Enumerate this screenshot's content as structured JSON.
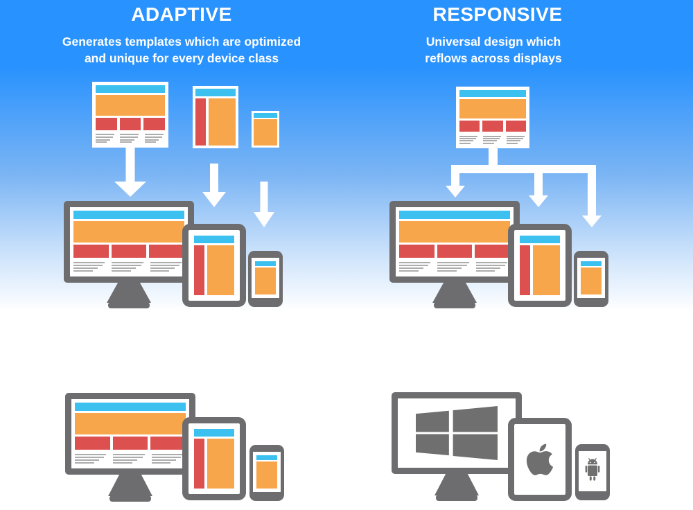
{
  "left_section": {
    "title": "ADAPTIVE",
    "subtitle_line1": "Generates templates which are optimized",
    "subtitle_line2": "and unique for every device class"
  },
  "right_section": {
    "title": "RESPONSIVE",
    "subtitle_line1": "Universal design which",
    "subtitle_line2": "reflows across displays"
  },
  "icons": {
    "windows": "windows-logo",
    "apple": "apple-logo",
    "android": "android-robot"
  },
  "colors": {
    "background_top": "#2892fe",
    "background_bottom": "#ffffff",
    "text": "#ffffff",
    "arrow": "#ffffff",
    "device_frame": "#6d6d6f",
    "wireframe_header": "#3bc0ef",
    "wireframe_hero": "#f8a64b",
    "wireframe_box": "#dc514f",
    "wireframe_line": "#acacac",
    "logo": "#706f6f"
  }
}
